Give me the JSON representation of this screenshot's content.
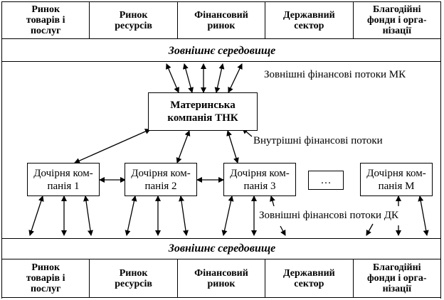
{
  "top_markets": [
    {
      "label": "Ринок\nтоварів і\nпослуг"
    },
    {
      "label": "Ринок\nресурсів"
    },
    {
      "label": "Фінансовий\nринок"
    },
    {
      "label": "Державний\nсектор"
    },
    {
      "label": "Благодійні\nфонди і орга-\nнізації"
    }
  ],
  "bottom_markets": [
    {
      "label": "Ринок\nтоварів і\nпослуг"
    },
    {
      "label": "Ринок\nресурсів"
    },
    {
      "label": "Фінансовий\nринок"
    },
    {
      "label": "Державний\nсектор"
    },
    {
      "label": "Благодійні\nфонди і орга-\nнізації"
    }
  ],
  "environment_top": "Зовнішнє середовище",
  "environment_bottom": "Зовнішнє середовище",
  "parent_company": "Материнська\nкомпанія ТНК",
  "subsidiaries": [
    {
      "label": "Дочірня ком-\nпанія 1"
    },
    {
      "label": "Дочірня ком-\nпанія 2"
    },
    {
      "label": "Дочірня ком-\nпанія 3"
    },
    {
      "label": "…"
    },
    {
      "label": "Дочірня ком-\nпанія М"
    }
  ],
  "flow_labels": {
    "external_parent": "Зовнішні фінансові потоки МК",
    "internal": "Внутрішні фінансові потоки",
    "external_subsidiaries": "Зовнішні фінансові потоки ДК"
  }
}
